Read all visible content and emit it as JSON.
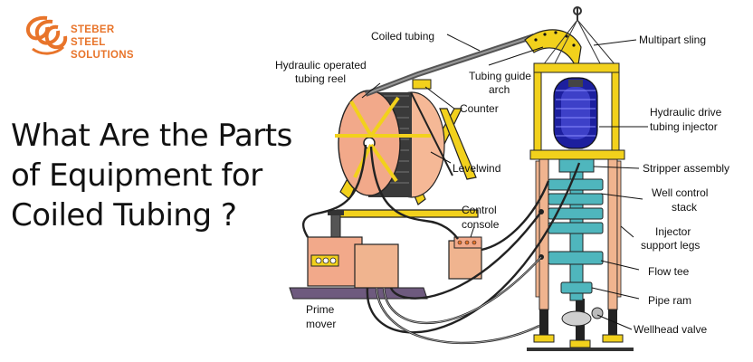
{
  "logo": {
    "line1": "STEBER",
    "line2": "STEEL",
    "line3": "SOLUTIONS"
  },
  "headline": {
    "line1": "What Are the Parts",
    "line2": "of Equipment for",
    "line3": "Coiled Tubing ?"
  },
  "labels": {
    "coiled_tubing": "Coiled tubing",
    "multipart_sling": "Multipart sling",
    "reel_1": "Hydraulic operated",
    "reel_2": "tubing reel",
    "guide_1": "Tubing guide",
    "guide_2": "arch",
    "counter": "Counter",
    "injector_1": "Hydraulic drive",
    "injector_2": "tubing injector",
    "levelwind": "Levelwind",
    "stripper": "Stripper assembly",
    "wcs_1": "Well control",
    "wcs_2": "stack",
    "console_1": "Control",
    "console_2": "console",
    "legs_1": "Injector",
    "legs_2": "support legs",
    "flow_tee": "Flow tee",
    "pipe_ram": "Pipe ram",
    "prime_1": "Prime",
    "prime_2": "mover",
    "wellhead": "Wellhead valve"
  },
  "colors": {
    "brand_orange": "#e8742a",
    "frame_yellow": "#f2d11c",
    "reel_salmon": "#f2a98a",
    "stack_teal": "#4fb6bd",
    "injector_blue": "#1c1f9e",
    "leg_peach": "#f0b48f"
  }
}
